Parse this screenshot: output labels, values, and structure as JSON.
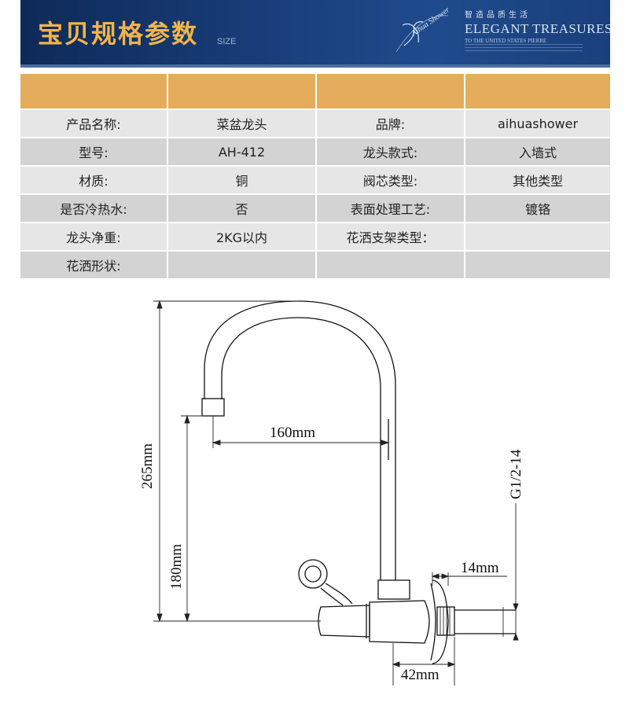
{
  "banner": {
    "title": "宝贝规格参数",
    "size_label": "SIZE",
    "slogan_cn": "智造品质生活",
    "slogan_en": "ELEGANT TREASURES",
    "slogan_sub": "TO THE UNITED STATES PIERRE",
    "logo_text": "Aihua Shower"
  },
  "spec": {
    "rows": [
      [
        "产品名称:",
        "菜盆龙头",
        "品牌:",
        "aihuashower"
      ],
      [
        "型号:",
        "AH-412",
        "龙头款式:",
        "入墙式"
      ],
      [
        "材质:",
        "铜",
        "阀芯类型:",
        "其他类型"
      ],
      [
        "是否冷热水:",
        "否",
        "表面处理工艺:",
        "镀铬"
      ],
      [
        "龙头净重:",
        "2KG以内",
        "花洒支架类型：",
        ""
      ],
      [
        "花洒形状:",
        "",
        "",
        ""
      ]
    ]
  },
  "drawing": {
    "dim_reach": "160mm",
    "dim_total_height": "265mm",
    "dim_spout_height": "180mm",
    "dim_thread": "G1/2-14",
    "dim_flange": "14mm",
    "dim_body": "42mm"
  },
  "colors": {
    "banner_bg": "#1a3f7c",
    "title_gold": "#f2b44a",
    "header_row": "#e5ad5b",
    "row_light": "#e6e6e6",
    "row_dark": "#d3d3d3"
  }
}
